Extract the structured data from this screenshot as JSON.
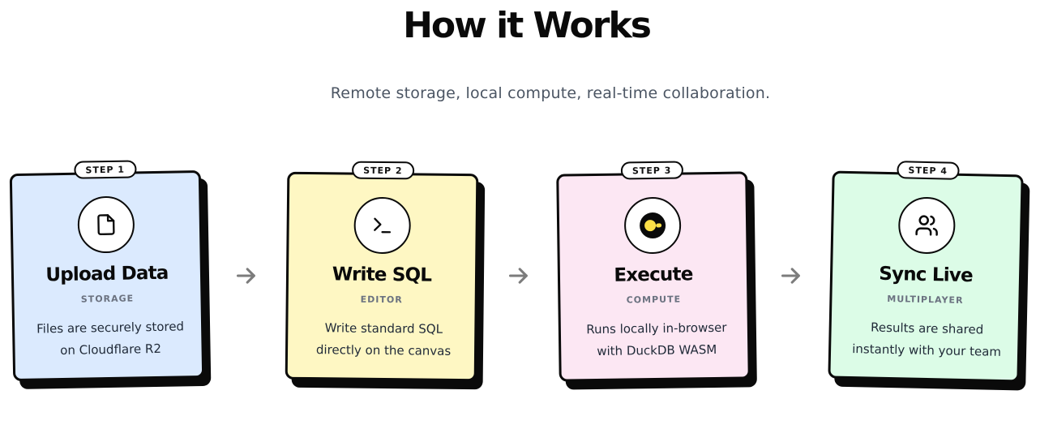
{
  "header": {
    "title": "How it Works",
    "subtitle": "Remote storage, local compute, real-time collaboration."
  },
  "steps": [
    {
      "badge": "STEP 1",
      "icon": "file-icon",
      "title": "Upload Data",
      "tag": "STORAGE",
      "desc": "Files are securely stored on Cloudflare R2",
      "color": "#dbeafe"
    },
    {
      "badge": "STEP 2",
      "icon": "terminal-icon",
      "title": "Write SQL",
      "tag": "EDITOR",
      "desc": "Write standard SQL directly on the canvas",
      "color": "#fef7c3"
    },
    {
      "badge": "STEP 3",
      "icon": "duckdb-icon",
      "title": "Execute",
      "tag": "COMPUTE",
      "desc": "Runs locally in-browser with DuckDB WASM",
      "color": "#fce7f3"
    },
    {
      "badge": "STEP 4",
      "icon": "users-icon",
      "title": "Sync Live",
      "tag": "MULTIPLAYER",
      "desc": "Results are shared instantly with your team",
      "color": "#dcfce7"
    }
  ],
  "colors": {
    "highlight": "#fbe021",
    "ink": "#0a0a0a",
    "muted": "#6b7280",
    "arrow": "#7c7c7c"
  }
}
